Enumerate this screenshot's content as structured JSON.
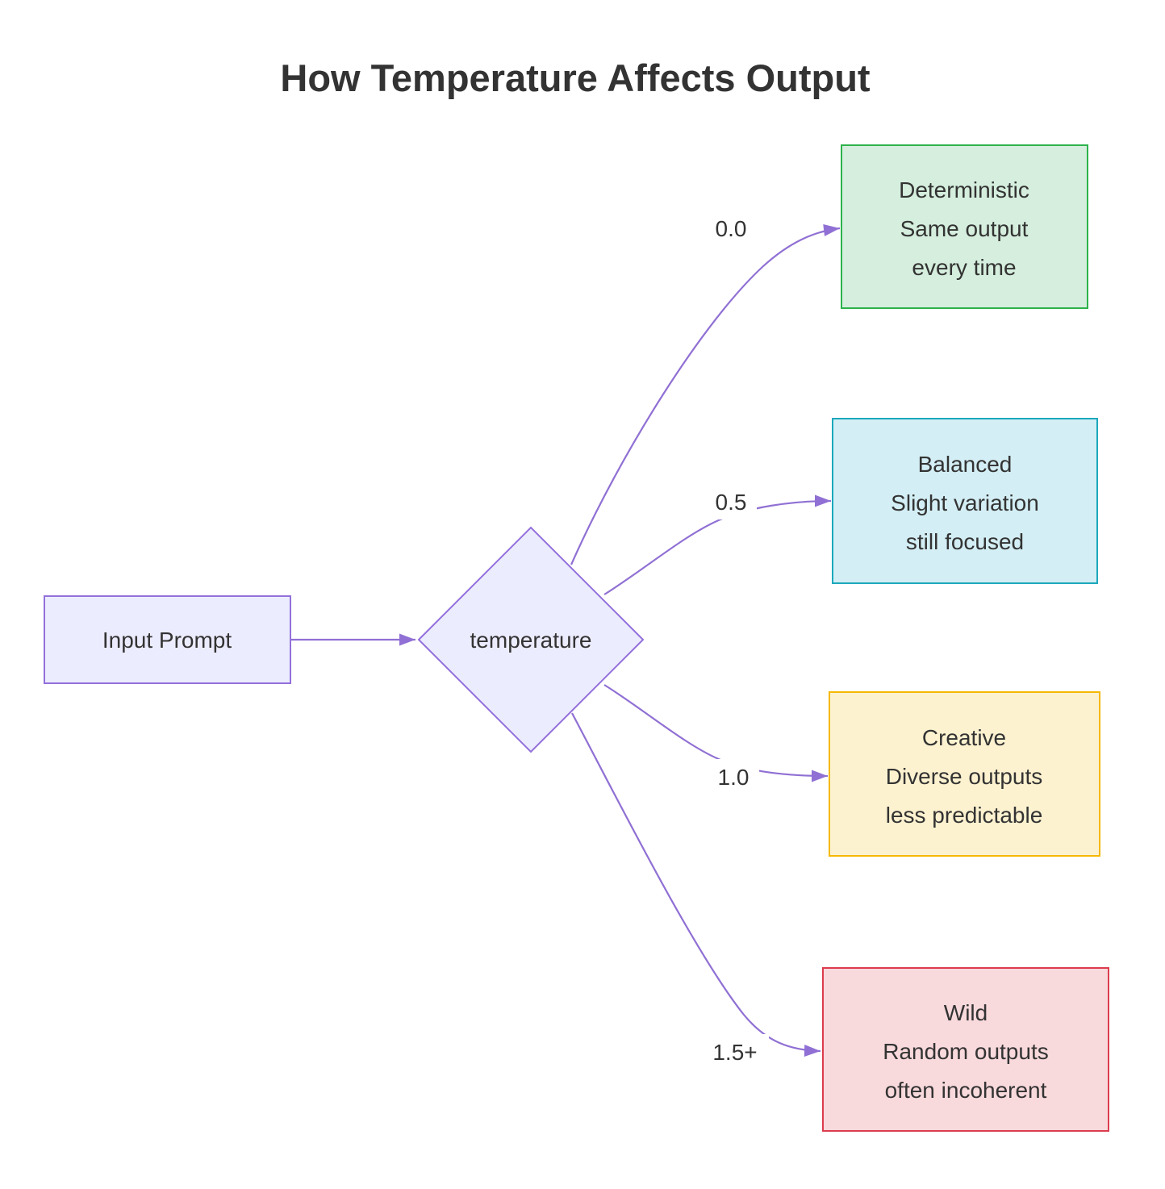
{
  "title": "How Temperature Affects Output",
  "colors": {
    "background": "#ffffff",
    "text": "#333333",
    "edge": "#9070d4",
    "node_fill": "#ECECFF",
    "node_border": "#9370DB"
  },
  "nodes": {
    "input": {
      "label": "Input Prompt",
      "shape": "rectangle"
    },
    "decision": {
      "label": "temperature",
      "shape": "diamond"
    }
  },
  "edge_labels": {
    "deterministic": "0.0",
    "balanced": "0.5",
    "creative": "1.0",
    "wild": "1.5+"
  },
  "outcomes": {
    "deterministic": {
      "lines": [
        "Deterministic",
        "Same output",
        "every time"
      ],
      "fill": "#d5eedd",
      "border": "#2db24c"
    },
    "balanced": {
      "lines": [
        "Balanced",
        "Slight variation",
        "still focused"
      ],
      "fill": "#d3eef4",
      "border": "#1ca8bc"
    },
    "creative": {
      "lines": [
        "Creative",
        "Diverse outputs",
        "less predictable"
      ],
      "fill": "#fdf2d0",
      "border": "#f5b800"
    },
    "wild": {
      "lines": [
        "Wild",
        "Random outputs",
        "often incoherent"
      ],
      "fill": "#f8d9dc",
      "border": "#dc3c4e"
    }
  }
}
